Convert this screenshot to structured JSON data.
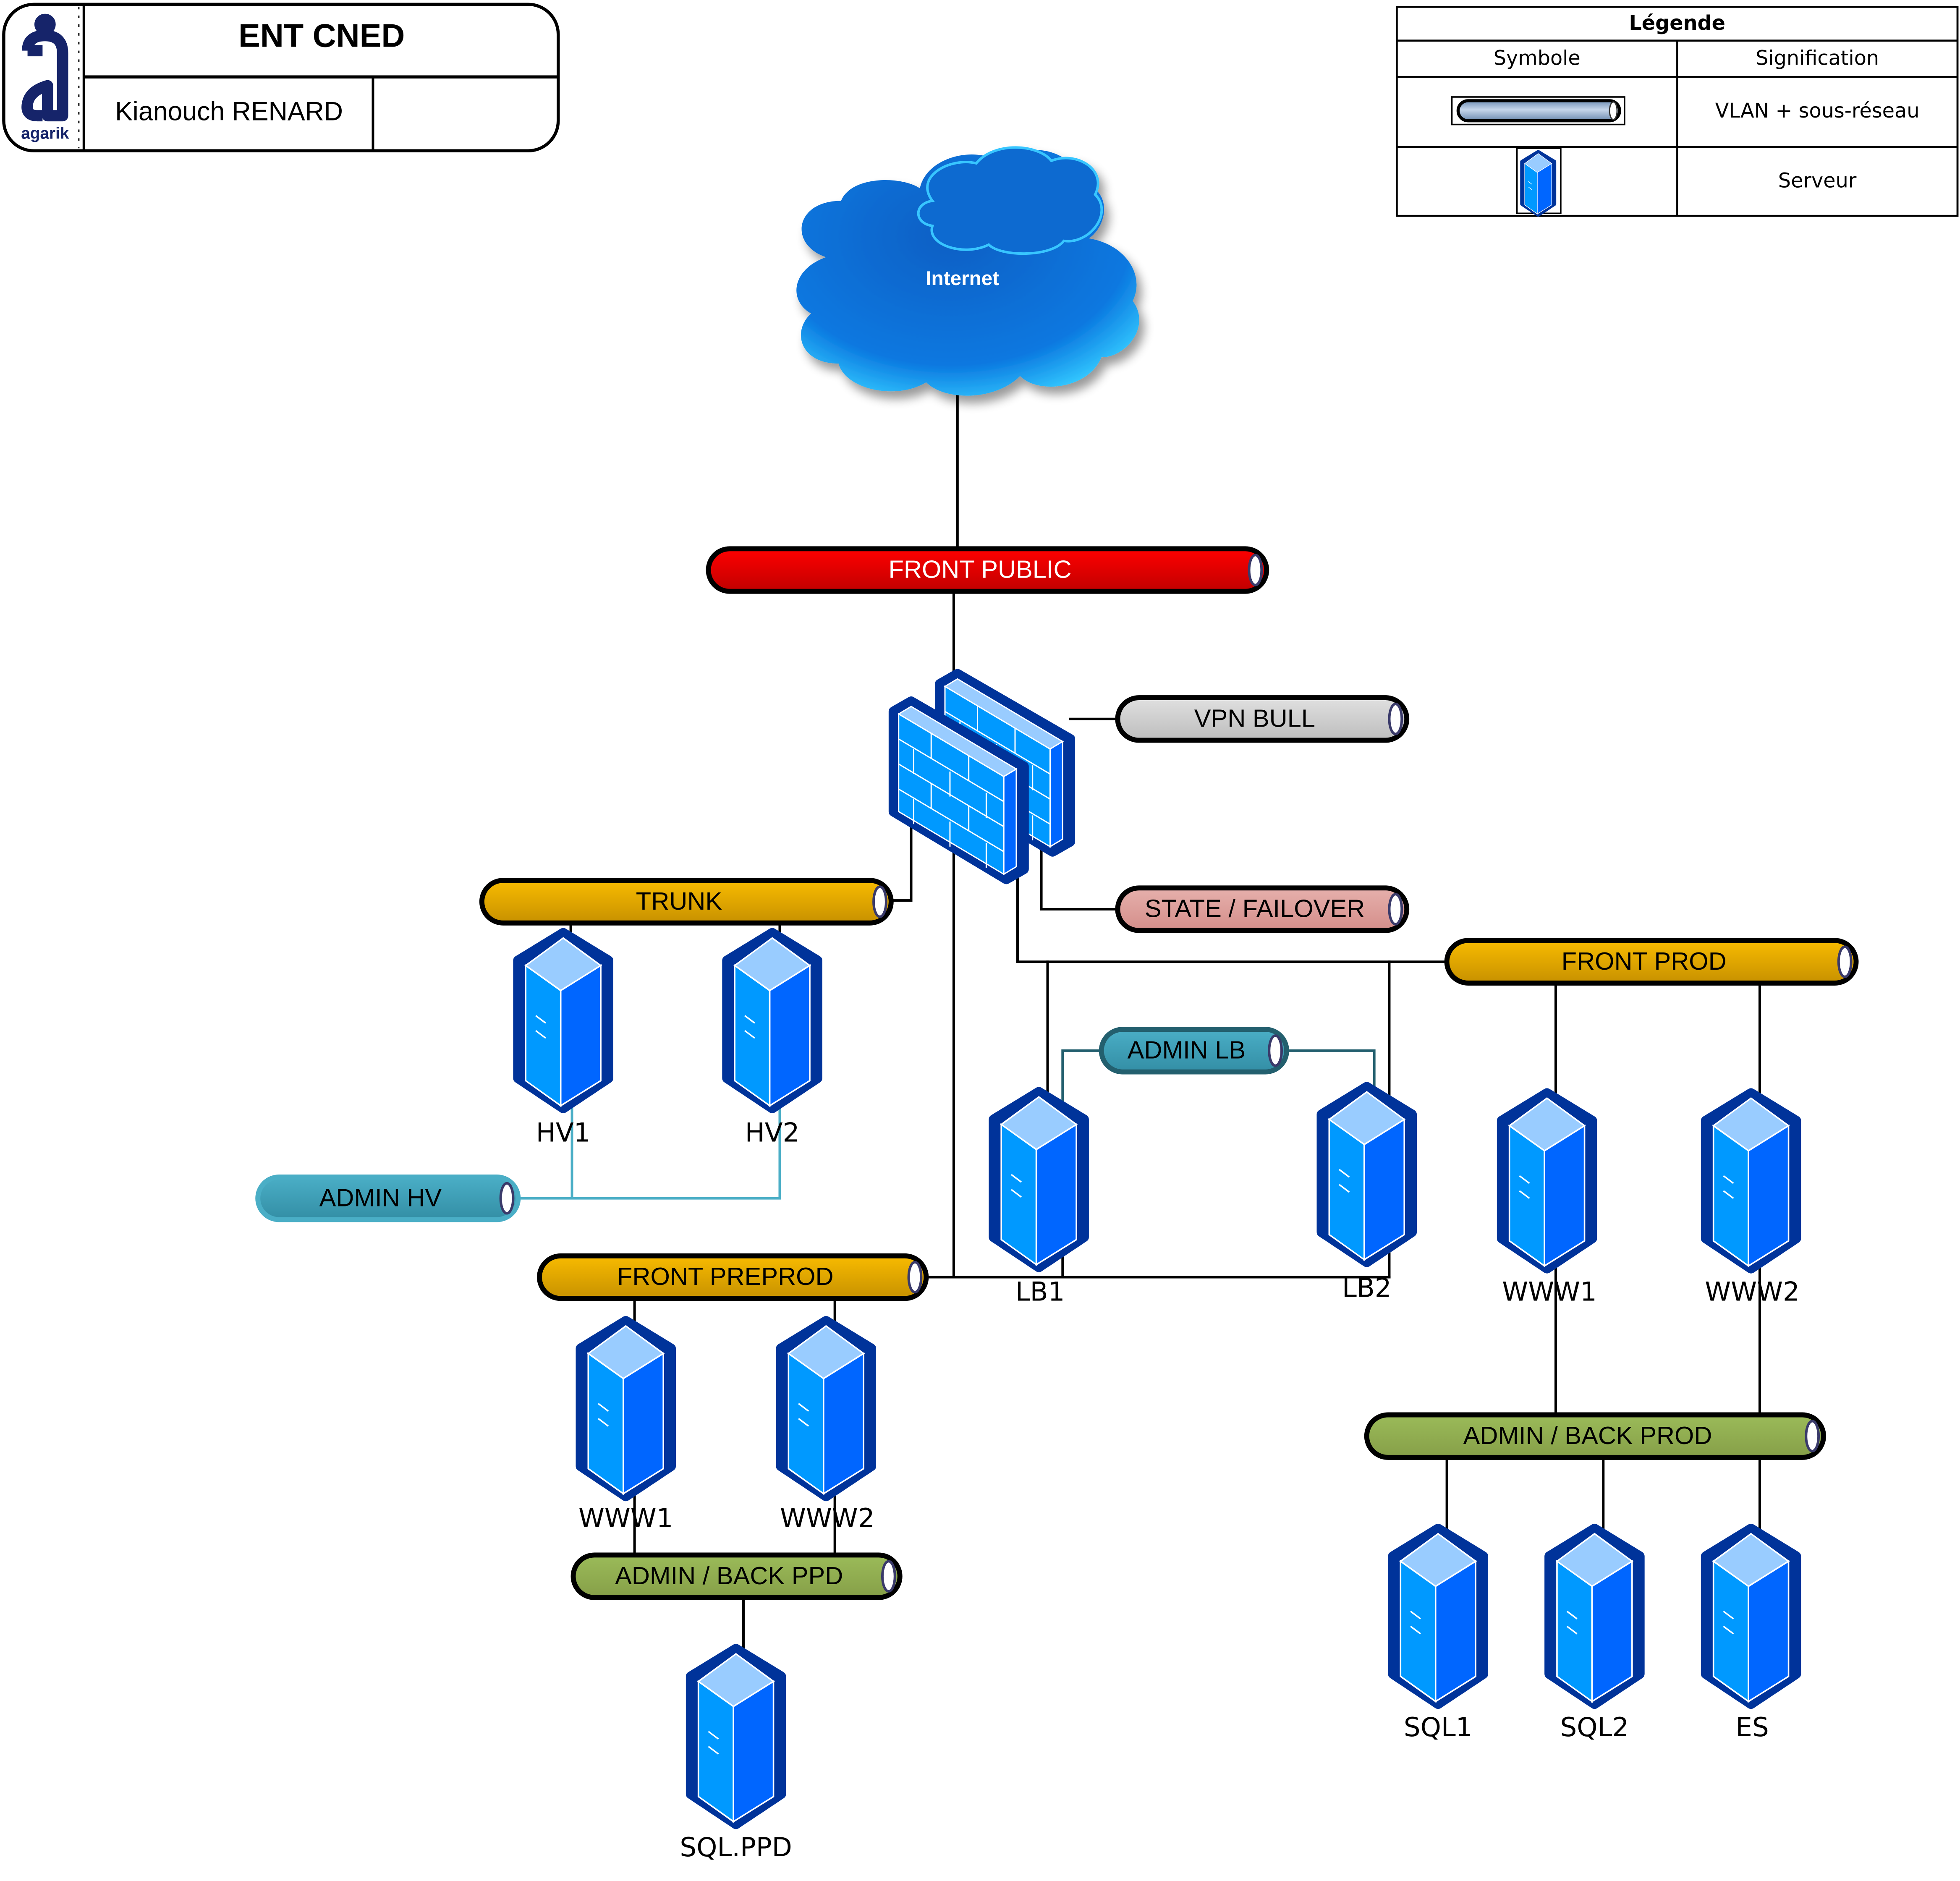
{
  "title_block": {
    "logo_text": "agarik",
    "project": "ENT CNED",
    "author": "Kianouch RENARD",
    "extra": ""
  },
  "legend": {
    "title": "Légende",
    "col_symbol": "Symbole",
    "col_meaning": "Signification",
    "rows": [
      {
        "symbol": "vlan-pipe-icon",
        "meaning": "VLAN + sous-réseau"
      },
      {
        "symbol": "server-icon",
        "meaning": "Serveur"
      }
    ]
  },
  "internet": {
    "label": "Internet"
  },
  "colors": {
    "front_public": "#e00000",
    "vpn": "#cfcfcf",
    "state": "#dc9c98",
    "orange": "#e2aa00",
    "admin_blue": "#3fa0b8",
    "green": "#94b050",
    "server_dark": "#00339a",
    "server_front": "#0099ff",
    "server_side": "#0066ff",
    "server_top": "#99ccff"
  },
  "vlans": {
    "front_public": "FRONT PUBLIC",
    "vpn_bull": "VPN BULL",
    "state_failover": "STATE / FAILOVER",
    "trunk": "TRUNK",
    "front_prod": "FRONT PROD",
    "admin_lb": "ADMIN LB",
    "admin_hv": "ADMIN HV",
    "front_preprod": "FRONT PREPROD",
    "admin_back_ppd": "ADMIN / BACK PPD",
    "admin_back_prod": "ADMIN / BACK PROD"
  },
  "servers": {
    "hv1": "HV1",
    "hv2": "HV2",
    "lb1": "LB1",
    "lb2": "LB2",
    "www1_prod": "WWW1",
    "www2_prod": "WWW2",
    "www1_ppd": "WWW1",
    "www2_ppd": "WWW2",
    "sql_ppd": "SQL.PPD",
    "sql1": "SQL1",
    "sql2": "SQL2",
    "es": "ES"
  },
  "devices": {
    "firewall": "firewall-pair-icon"
  }
}
